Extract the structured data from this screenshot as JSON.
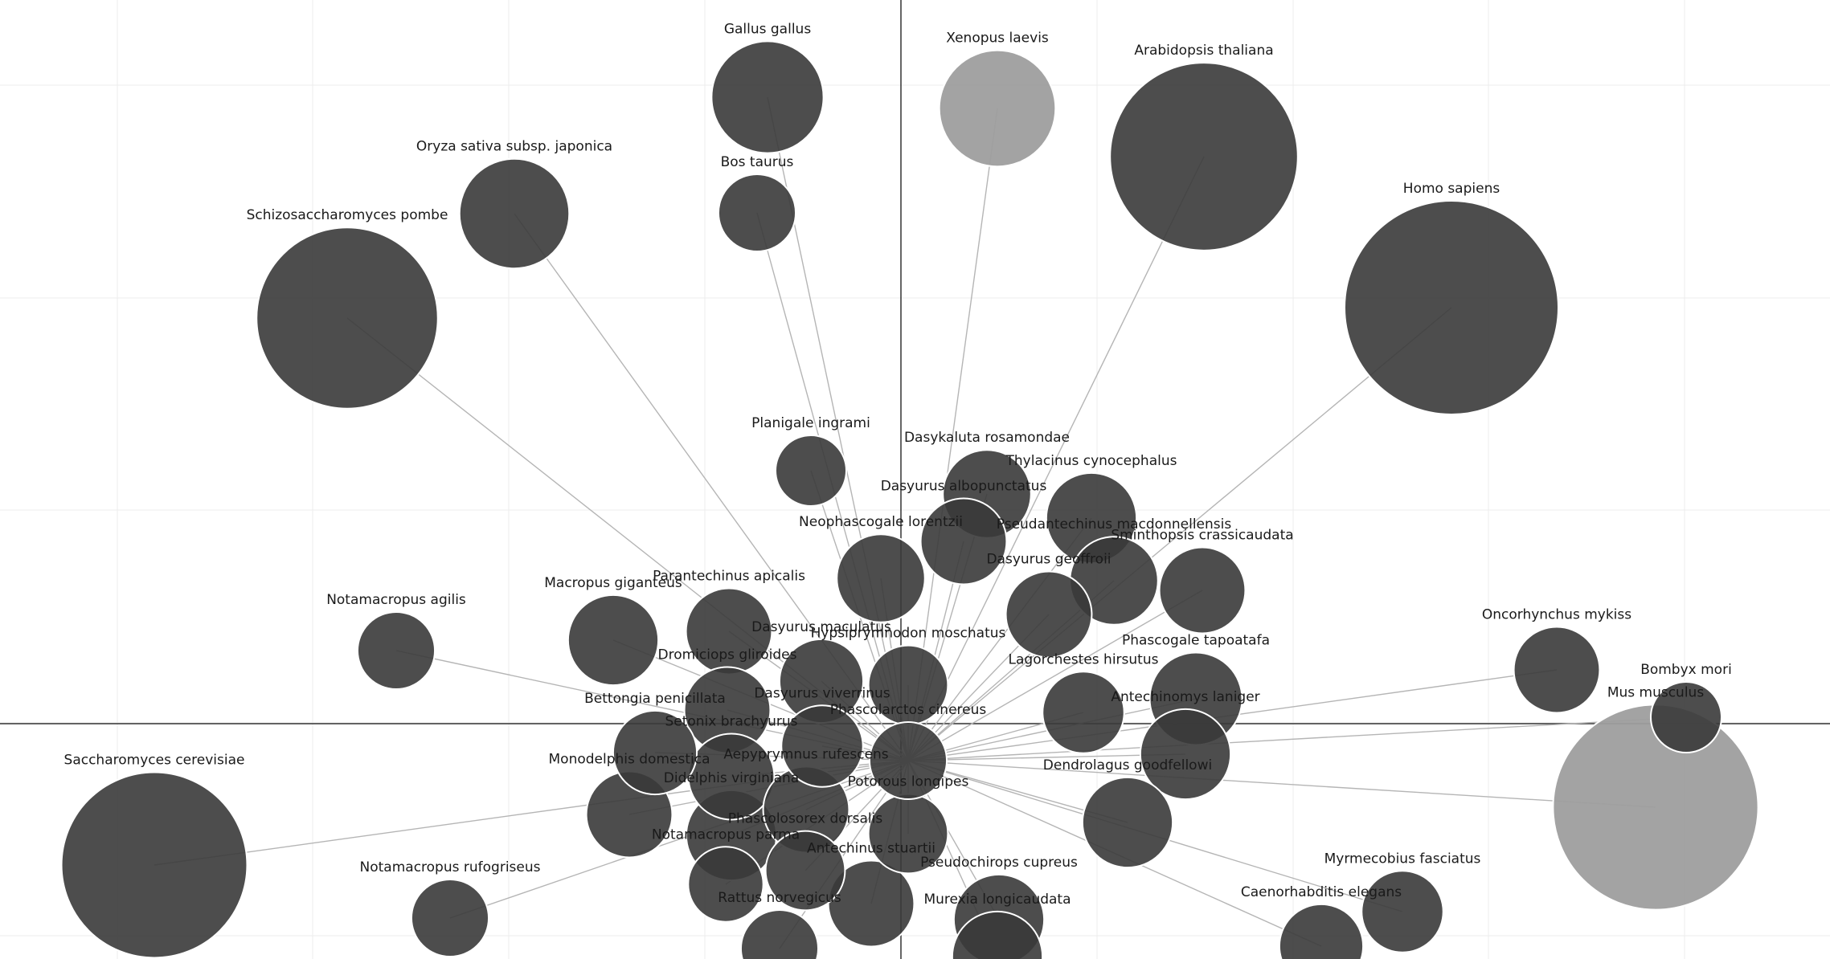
{
  "diagram": {
    "type": "bubble-network",
    "center_node": "Phascolarctos cinereus",
    "colors": {
      "node_default": "#3a3a3a",
      "node_highlight": "#9e9e9e",
      "edge": "#b5b5b5",
      "gridline": "#ececec",
      "axis": "#333333",
      "label": "#1a1a1a"
    },
    "nodes": [
      {
        "name": "Gallus gallus",
        "size": 0.53
      },
      {
        "name": "Xenopus laevis",
        "size": 0.55,
        "highlight": true
      },
      {
        "name": "Arabidopsis thaliana",
        "size": 0.88
      },
      {
        "name": "Oryza sativa subsp. japonica",
        "size": 0.52
      },
      {
        "name": "Bos taurus",
        "size": 0.37
      },
      {
        "name": "Schizosaccharomyces pombe",
        "size": 0.85
      },
      {
        "name": "Homo sapiens",
        "size": 1.0
      },
      {
        "name": "Planigale ingrami",
        "size": 0.34
      },
      {
        "name": "Dasykaluta rosamondae",
        "size": 0.42
      },
      {
        "name": "Thylacinus cynocephalus",
        "size": 0.43
      },
      {
        "name": "Dasyurus albopunctatus",
        "size": 0.41
      },
      {
        "name": "Neophascogale lorentzii",
        "size": 0.42
      },
      {
        "name": "Pseudantechinus macdonnellensis",
        "size": 0.42
      },
      {
        "name": "Sminthopsis crassicaudata",
        "size": 0.41
      },
      {
        "name": "Dasyurus geoffroii",
        "size": 0.41
      },
      {
        "name": "Parantechinus apicalis",
        "size": 0.41
      },
      {
        "name": "Macropus giganteus",
        "size": 0.43
      },
      {
        "name": "Notamacropus agilis",
        "size": 0.37
      },
      {
        "name": "Dasyurus maculatus",
        "size": 0.4
      },
      {
        "name": "Hypsiprymnodon moschatus",
        "size": 0.38
      },
      {
        "name": "Dromiciops gliroides",
        "size": 0.41
      },
      {
        "name": "Lagorchestes hirsutus",
        "size": 0.39
      },
      {
        "name": "Phascogale tapoatafa",
        "size": 0.44
      },
      {
        "name": "Oncorhynchus mykiss",
        "size": 0.41
      },
      {
        "name": "Bombyx mori",
        "size": 0.34
      },
      {
        "name": "Mus musculus",
        "size": 0.96,
        "highlight": true
      },
      {
        "name": "Dasyurus viverrinus",
        "size": 0.39
      },
      {
        "name": "Phascolarctos cinereus",
        "size": 0.37
      },
      {
        "name": "Bettongia penicillata",
        "size": 0.4
      },
      {
        "name": "Antechinomys laniger",
        "size": 0.43
      },
      {
        "name": "Setonix brachyurus",
        "size": 0.41
      },
      {
        "name": "Saccharomyces cerevisiae",
        "size": 0.87
      },
      {
        "name": "Aepyprymnus rufescens",
        "size": 0.41
      },
      {
        "name": "Potorous longipes",
        "size": 0.38
      },
      {
        "name": "Monodelphis domestica",
        "size": 0.41
      },
      {
        "name": "Dendrolagus goodfellowi",
        "size": 0.43
      },
      {
        "name": "Didelphis virginiana",
        "size": 0.43
      },
      {
        "name": "Phascolosorex dorsalis",
        "size": 0.38
      },
      {
        "name": "Notamacropus parma",
        "size": 0.36
      },
      {
        "name": "Antechinus stuartii",
        "size": 0.41
      },
      {
        "name": "Pseudochirops cupreus",
        "size": 0.43
      },
      {
        "name": "Notamacropus rufogriseus",
        "size": 0.37
      },
      {
        "name": "Myrmecobius fasciatus",
        "size": 0.39
      },
      {
        "name": "Rattus norvegicus",
        "size": 0.37
      },
      {
        "name": "Murexia longicaudata",
        "size": 0.43
      },
      {
        "name": "Caenorhabditis elegans",
        "size": 0.4
      }
    ]
  }
}
